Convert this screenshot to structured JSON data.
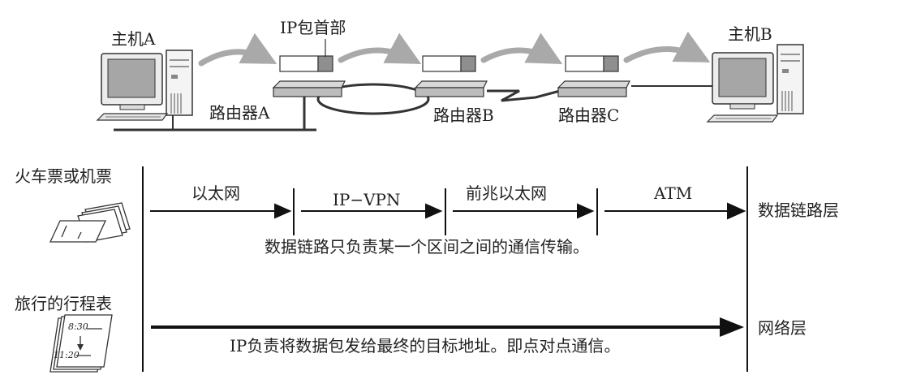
{
  "top": {
    "host_a": "主机A",
    "host_b": "主机B",
    "ip_header": "IP包首部",
    "router_a": "路由器A",
    "router_b": "路由器B",
    "router_c": "路由器C"
  },
  "layers": {
    "data_link": {
      "left_label": "火车票或机票",
      "segments": [
        "以太网",
        "IP−VPN",
        "前兆以太网",
        "ATM"
      ],
      "right_label": "数据链路层",
      "caption": "数据链路只负责某一个区间之间的通信传输。"
    },
    "network": {
      "left_label": "旅行的行程表",
      "itinerary_times": [
        "8:30",
        "11:20"
      ],
      "right_label": "网络层",
      "caption": "IP负责将数据包发给最终的目标地址。即点对点通信。"
    }
  }
}
